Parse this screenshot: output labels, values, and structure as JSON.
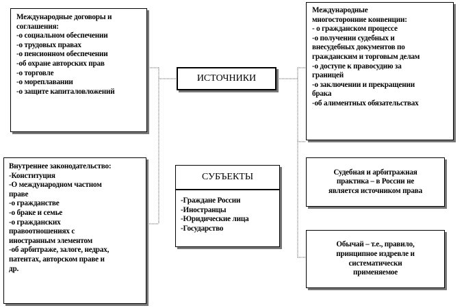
{
  "title": "ИСТОЧНИКИ",
  "boxes": {
    "intl_treaties": [
      "Международные договоры и",
      "соглашения:",
      "-о социальном обеспечении",
      "-о трудовых правах",
      "-о пенсионном обеспечении",
      "-об охране авторских прав",
      "-о торговле",
      "-о мореплавании",
      "-о защите капиталовложений"
    ],
    "multilateral": [
      "Международные",
      "многосторонние конвенции:",
      "- о гражданском процессе",
      "-о получении судебных и",
      "внесудебных документов по",
      "гражданским и торговым делам",
      "-о доступе к правосудию за",
      "границей",
      "-о заключении и прекращении",
      "брака",
      "-об алиментных обязательствах"
    ],
    "domestic": [
      "Внутреннее законодательство:",
      "-Конституция",
      "-О международном частном",
      "праве",
      "-о гражданстве",
      "-о браке и семье",
      "-о гражданских",
      "правоотношениях с",
      "иностранным элементом",
      "-об арбитраже, залоге, недрах,",
      "патентах, авторском праве и",
      "др."
    ],
    "subjects_title": "СУБЪЕКТЫ",
    "subjects": [
      "-Граждане России",
      "-Иностранцы",
      "-Юридические лица",
      "-Государство"
    ],
    "judicial": [
      "Судебная и арбитражная",
      "практика – в России не",
      "является источником права"
    ],
    "custom": [
      "Обычай – т.е., правило,",
      "принципное издревле и",
      "систематически",
      "применяемое"
    ]
  },
  "colors": {
    "border": "#000000",
    "shadow": "#777777",
    "connector": "#555555"
  }
}
